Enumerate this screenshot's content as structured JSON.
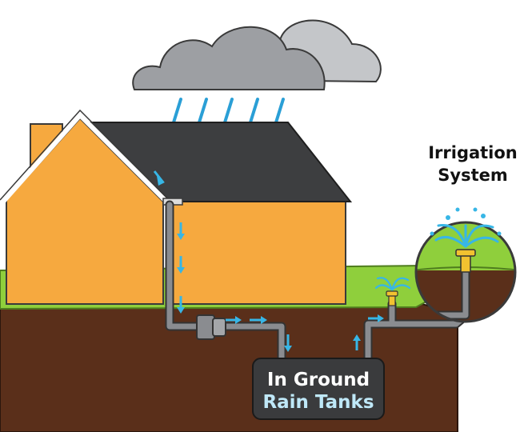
{
  "labels": {
    "irrigation_line1": "Irrigation",
    "irrigation_line2": "System",
    "tank_line1": "In Ground",
    "tank_line2": "Rain Tanks"
  },
  "colors": {
    "house_wall": "#f6a93f",
    "house_outline": "#3a3a3a",
    "roof": "#3d3e40",
    "trim": "#ffffff",
    "cloud": "#9d9fa3",
    "cloud_back": "#c4c6c9",
    "rain": "#2a9fd6",
    "grass": "#8fcf3c",
    "soil": "#5a2f1a",
    "pipe": "#7d7f82",
    "pipe_outline": "#333333",
    "tank": "#3a3b3d",
    "tank_text_top": "#ffffff",
    "tank_text_bottom": "#bfe8f8",
    "arrow": "#37b6e6",
    "water_spray": "#37b6e6",
    "sprinkler": "#f2c230"
  },
  "icons": {
    "cloud": "cloud-icon",
    "sprinkler": "sprinkler-icon",
    "arrow": "flow-arrow-icon"
  }
}
